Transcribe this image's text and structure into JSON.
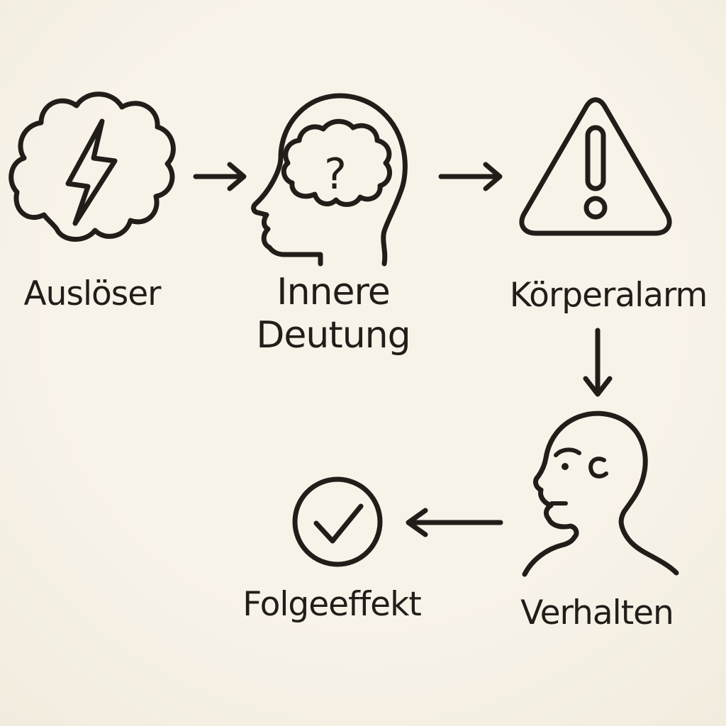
{
  "canvas": {
    "background_color": "#f6f1e7",
    "ink_color": "#211e1a",
    "style": "hand-drawn line art flowchart"
  },
  "diagram": {
    "nodes": [
      {
        "id": "ausloeser",
        "icon": "storm-cloud-lightning-icon",
        "label": "Auslöser"
      },
      {
        "id": "innere-deutung",
        "icon": "head-with-thought-cloud-icon",
        "icon_glyph": "?",
        "label": "Innere Deutung",
        "label_lines": [
          "Innere",
          "Deutung"
        ]
      },
      {
        "id": "koerperalarm",
        "icon": "warning-triangle-icon",
        "label": "Körperalarm"
      },
      {
        "id": "verhalten",
        "icon": "person-profile-icon",
        "label": "Verhalten"
      },
      {
        "id": "folgeeffekt",
        "icon": "check-circle-icon",
        "label": "Folgeeffekt"
      }
    ],
    "edges": [
      {
        "from": "Auslöser",
        "to": "Innere Deutung",
        "direction": "right"
      },
      {
        "from": "Innere Deutung",
        "to": "Körperalarm",
        "direction": "right"
      },
      {
        "from": "Körperalarm",
        "to": "Verhalten",
        "direction": "down"
      },
      {
        "from": "Verhalten",
        "to": "Folgeeffekt",
        "direction": "left"
      }
    ]
  }
}
